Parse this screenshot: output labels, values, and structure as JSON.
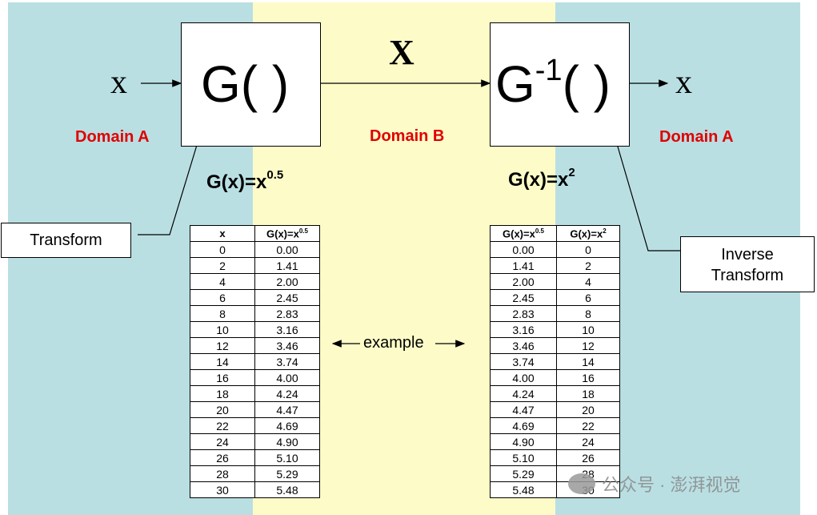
{
  "colors": {
    "left_band": "#b9dfe3",
    "middle_band": "#fdfcc8",
    "right_band": "#b9dfe3",
    "domain_text": "#e00000"
  },
  "input_symbol": "x",
  "output_symbol": "x",
  "transform_box": {
    "label": "G( )"
  },
  "middle_symbol": "X",
  "inverse_box": {
    "label_base": "G",
    "label_sup": "-1",
    "label_rest": "( )"
  },
  "domains": {
    "left": "Domain A",
    "middle": "Domain B",
    "right": "Domain A"
  },
  "formulas": {
    "forward": {
      "base": "G(x)=x",
      "exp": "0.5"
    },
    "inverse": {
      "base": "G(x)=x",
      "exp": "2"
    }
  },
  "callouts": {
    "transform": "Transform",
    "inverse_line1": "Inverse",
    "inverse_line2": "Transform"
  },
  "example_label": "example",
  "table_left": {
    "headers": [
      "x",
      "G(x)=x",
      "0.5"
    ],
    "rows": [
      [
        "0",
        "0.00"
      ],
      [
        "2",
        "1.41"
      ],
      [
        "4",
        "2.00"
      ],
      [
        "6",
        "2.45"
      ],
      [
        "8",
        "2.83"
      ],
      [
        "10",
        "3.16"
      ],
      [
        "12",
        "3.46"
      ],
      [
        "14",
        "3.74"
      ],
      [
        "16",
        "4.00"
      ],
      [
        "18",
        "4.24"
      ],
      [
        "20",
        "4.47"
      ],
      [
        "22",
        "4.69"
      ],
      [
        "24",
        "4.90"
      ],
      [
        "26",
        "5.10"
      ],
      [
        "28",
        "5.29"
      ],
      [
        "30",
        "5.48"
      ]
    ]
  },
  "table_right": {
    "headers": [
      "G(x)=x",
      "0.5",
      "G(x)=x",
      "2"
    ],
    "rows": [
      [
        "0.00",
        "0"
      ],
      [
        "1.41",
        "2"
      ],
      [
        "2.00",
        "4"
      ],
      [
        "2.45",
        "6"
      ],
      [
        "2.83",
        "8"
      ],
      [
        "3.16",
        "10"
      ],
      [
        "3.46",
        "12"
      ],
      [
        "3.74",
        "14"
      ],
      [
        "4.00",
        "16"
      ],
      [
        "4.24",
        "18"
      ],
      [
        "4.47",
        "20"
      ],
      [
        "4.69",
        "22"
      ],
      [
        "4.90",
        "24"
      ],
      [
        "5.10",
        "26"
      ],
      [
        "5.29",
        "28"
      ],
      [
        "5.48",
        "30"
      ]
    ]
  },
  "watermark": "公众号 · 澎湃视觉"
}
